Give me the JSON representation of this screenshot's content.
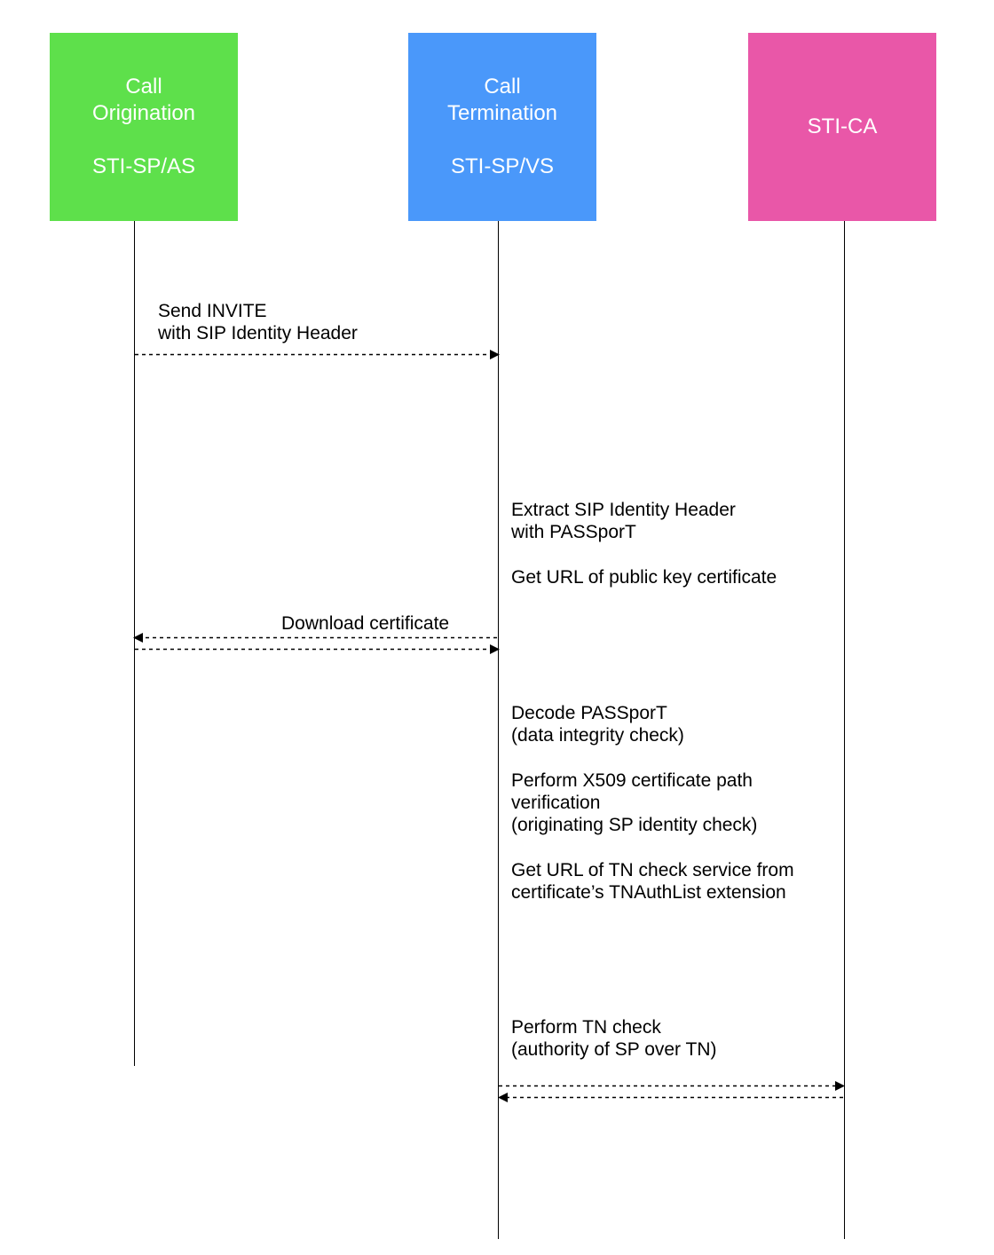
{
  "colors": {
    "origination": "#5ee04b",
    "termination": "#4a98fa",
    "sti_ca": "#e957a8"
  },
  "actors": {
    "origination": {
      "line1": "Call",
      "line2": "Origination",
      "line3": "STI-SP/AS"
    },
    "termination": {
      "line1": "Call",
      "line2": "Termination",
      "line3": "STI-SP/VS"
    },
    "sti_ca": {
      "line1": "STI-CA"
    }
  },
  "messages": {
    "invite": {
      "line1": "Send INVITE",
      "line2": "with SIP Identity Header"
    },
    "download": {
      "label": "Download certificate"
    }
  },
  "notes": {
    "extract": {
      "p1_l1": "Extract SIP Identity Header",
      "p1_l2": "with PASSporT",
      "p2_l1": "Get URL of public key certificate"
    },
    "decode": {
      "p1_l1": "Decode PASSporT",
      "p1_l2": "(data integrity check)",
      "p2_l1": "Perform X509 certificate path",
      "p2_l2": "verification",
      "p2_l3": "(originating SP identity check)",
      "p3_l1": "Get URL of TN check service from",
      "p3_l2": "certificate’s TNAuthList extension"
    },
    "tn_check": {
      "p1_l1": "Perform TN check",
      "p1_l2": "(authority of SP over TN)"
    }
  }
}
